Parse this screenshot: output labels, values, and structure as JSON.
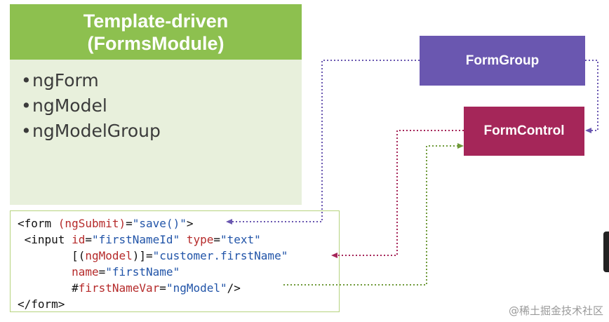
{
  "template_panel": {
    "title_line1": "Template-driven",
    "title_line2": "(FormsModule)",
    "bullets": [
      "ngForm",
      "ngModel",
      "ngModelGroup"
    ]
  },
  "code": {
    "l1_a": "<form ",
    "l1_b": "(ngSubmit)",
    "l1_c": "=",
    "l1_d": "\"save()\"",
    "l1_e": ">",
    "l2_a": " <input ",
    "l2_b": "id",
    "l2_c": "=",
    "l2_d": "\"firstNameId\"",
    "l2_e": " ",
    "l2_f": "type",
    "l2_g": "=",
    "l2_h": "\"text\"",
    "l3_a": "        [(",
    "l3_b": "ngModel",
    "l3_c": ")]=",
    "l3_d": "\"customer.firstName\"",
    "l4_a": "        ",
    "l4_b": "name",
    "l4_c": "=",
    "l4_d": "\"firstName\"",
    "l5_a": "        #",
    "l5_b": "firstNameVar",
    "l5_c": "=",
    "l5_d": "\"ngModel\"",
    "l5_e": "/>",
    "l6": "</form>"
  },
  "reactive_boxes": {
    "form_group": "FormGroup",
    "form_control": "FormControl"
  },
  "colors": {
    "header_green": "#8dc04f",
    "panel_bg": "#e8f0dc",
    "form_group": "#6a57b0",
    "form_control": "#a52659",
    "link_purple": "#6a57b0",
    "link_red": "#a52659",
    "link_green": "#6f9a3a"
  },
  "watermark": "@稀土掘金技术社区"
}
